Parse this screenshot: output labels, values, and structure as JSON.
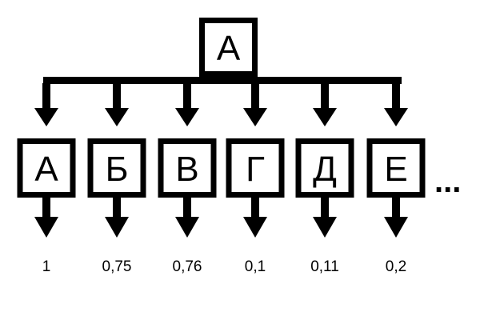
{
  "diagram": {
    "root": {
      "label": "А"
    },
    "children": [
      {
        "label": "А",
        "value": "1"
      },
      {
        "label": "Б",
        "value": "0,75"
      },
      {
        "label": "В",
        "value": "0,76"
      },
      {
        "label": "Г",
        "value": "0,1"
      },
      {
        "label": "Д",
        "value": "0,11"
      },
      {
        "label": "Е",
        "value": "0,2"
      }
    ],
    "continuation": "..."
  }
}
